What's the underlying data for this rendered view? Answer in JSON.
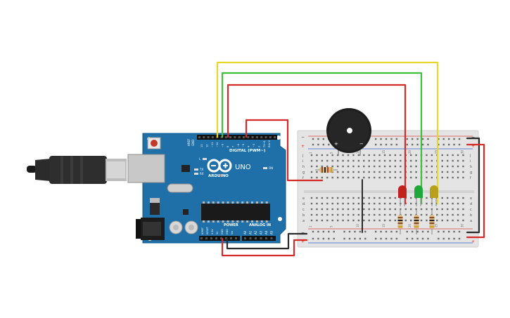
{
  "arduino": {
    "brand": "ARDUINO",
    "model": "UNO",
    "digital_label": "DIGITAL (PWM~)",
    "power_label": "POWER",
    "analog_label": "ANALOG IN",
    "tx_label": "TX",
    "rx_label": "RX",
    "l_label": "L",
    "on_label": "ON",
    "aref_label": "AREF",
    "gnd_label": "GND",
    "digital_pins": [
      "13",
      "12",
      "~11",
      "~10",
      "~9",
      "8",
      "7",
      "~6",
      "~5",
      "4",
      "~3",
      "2",
      "TX→1",
      "RX←0"
    ],
    "power_pins": [
      "IOREF",
      "RESET",
      "3.3V",
      "5V",
      "GND",
      "GND",
      "Vin"
    ],
    "analog_pins": [
      "A0",
      "A1",
      "A2",
      "A3",
      "A4",
      "A5"
    ]
  },
  "breadboard": {
    "row_letters_top": [
      "j",
      "i",
      "h",
      "g",
      "f"
    ],
    "row_letters_bottom": [
      "e",
      "d",
      "c",
      "b",
      "a"
    ],
    "plus_label": "+",
    "minus_label": "−",
    "column_numbers": [
      "1",
      "5",
      "10",
      "15",
      "20",
      "25",
      "30"
    ]
  },
  "buzzer": {
    "plus_label": "+",
    "minus_label": "−"
  },
  "colors": {
    "arduino_blue": "#1f6fa8",
    "breadboard": "#e4e4e4",
    "wire_yellow": "#e8d62a",
    "wire_green": "#3cbf3a",
    "wire_red": "#d42a2a",
    "wire_black": "#2a2a2a",
    "led_red": "#c21f1f",
    "led_green": "#1fa83a",
    "led_yellow": "#b8a01a"
  }
}
